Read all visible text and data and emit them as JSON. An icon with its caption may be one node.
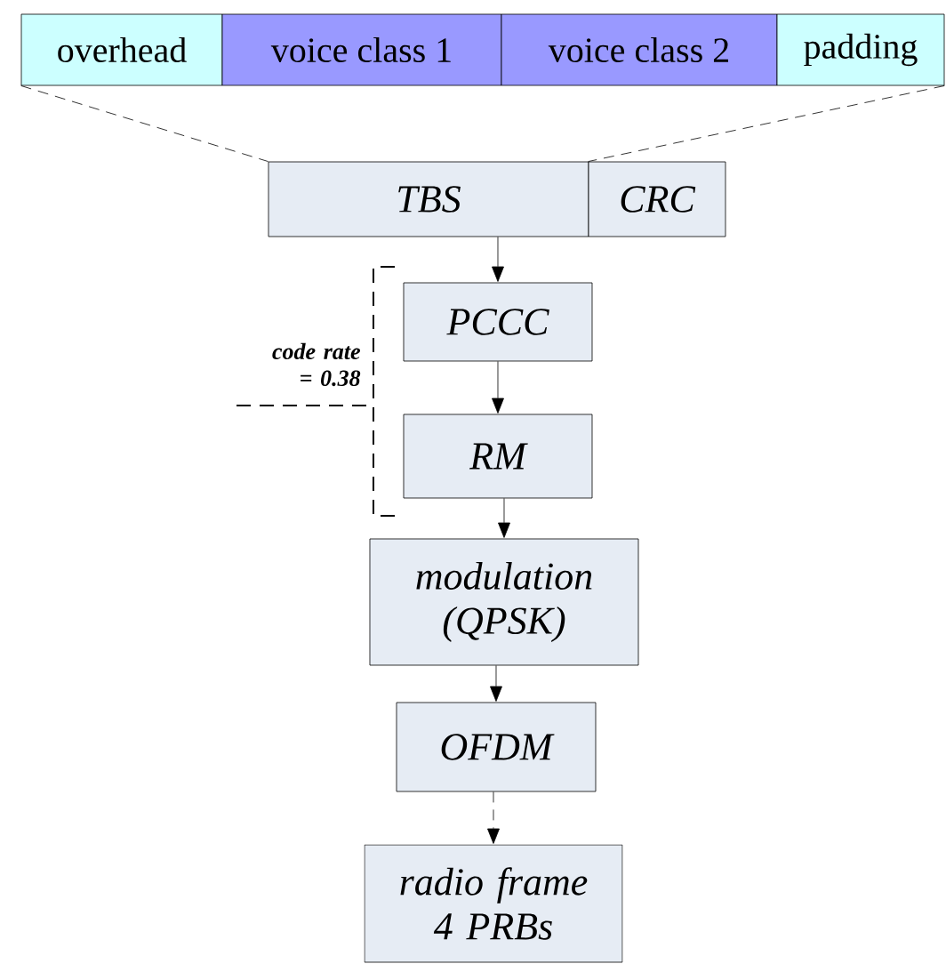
{
  "diagram": {
    "nodes": [
      {
        "text": [
          "overhead"
        ]
      },
      {
        "text": [
          "voice class 1"
        ]
      },
      {
        "text": [
          "voice class 2"
        ]
      },
      {
        "text": [
          "padding"
        ]
      },
      {
        "text": [
          "TBS"
        ]
      },
      {
        "text": [
          "CRC"
        ]
      },
      {
        "text": [
          "PCCC"
        ]
      },
      {
        "text": [
          "RM"
        ]
      },
      {
        "text": [
          "modulation (QPSK)"
        ]
      },
      {
        "text": [
          "OFDM"
        ]
      },
      {
        "text": [
          "radio frame 4 PRBs"
        ]
      }
    ],
    "edges": [
      {
        "from": 0,
        "to": 4,
        "arrow": "none",
        "style": "dashed"
      },
      {
        "from": 3,
        "to": 5,
        "arrow": "none",
        "style": "dashed"
      },
      {
        "from": 4,
        "to": 6,
        "arrow": "to"
      },
      {
        "from": 6,
        "to": 7,
        "arrow": "to"
      },
      {
        "from": 7,
        "to": 8,
        "arrow": "to"
      },
      {
        "from": 8,
        "to": 9,
        "arrow": "to"
      },
      {
        "from": 9,
        "to": 10,
        "arrow": "to",
        "style": "dashed"
      }
    ],
    "labels": [
      "code rate = 0.38"
    ]
  }
}
